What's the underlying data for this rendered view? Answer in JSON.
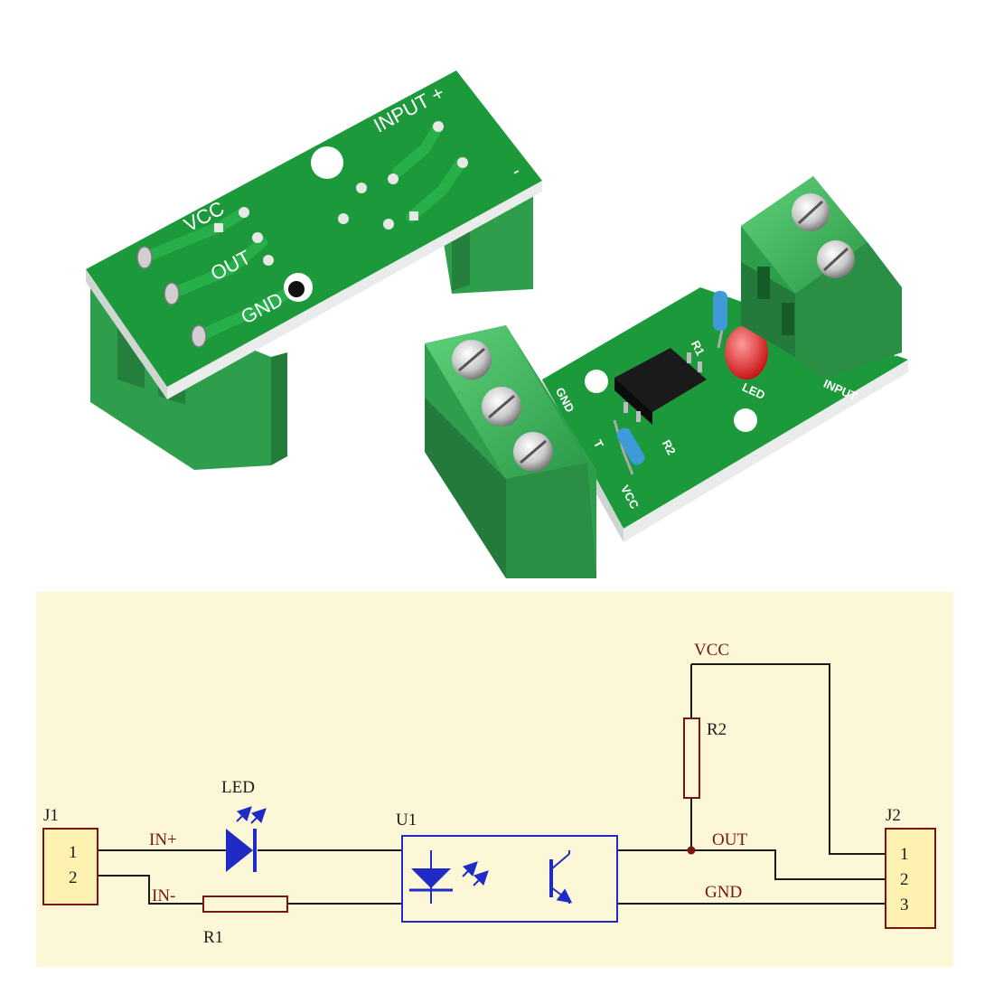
{
  "photo": {
    "board_back": {
      "input_plus": "INPUT +",
      "minus": "-",
      "vcc": "VCC",
      "out": "OUT",
      "gnd": "GND"
    },
    "board_front": {
      "gnd": "GND",
      "out_partial": "T",
      "vcc": "VCC",
      "r1": "R1",
      "r2": "R2",
      "led": "LED",
      "input": "INPUT",
      "plus": "+"
    }
  },
  "schematic": {
    "j1": {
      "ref": "J1",
      "pins": [
        "1",
        "2"
      ]
    },
    "j2": {
      "ref": "J2",
      "pins": [
        "1",
        "2",
        "3"
      ]
    },
    "led": "LED",
    "u1": "U1",
    "r1": "R1",
    "r2": "R2",
    "nets": {
      "in_plus": "IN+",
      "in_minus": "IN-",
      "vcc": "VCC",
      "out": "OUT",
      "gnd": "GND"
    },
    "colors": {
      "background": "#fcf7d6",
      "wire": "#1a1a1a",
      "label": "#7a1414",
      "component": "#1f2bc4",
      "connector": "#fff2b0"
    }
  }
}
